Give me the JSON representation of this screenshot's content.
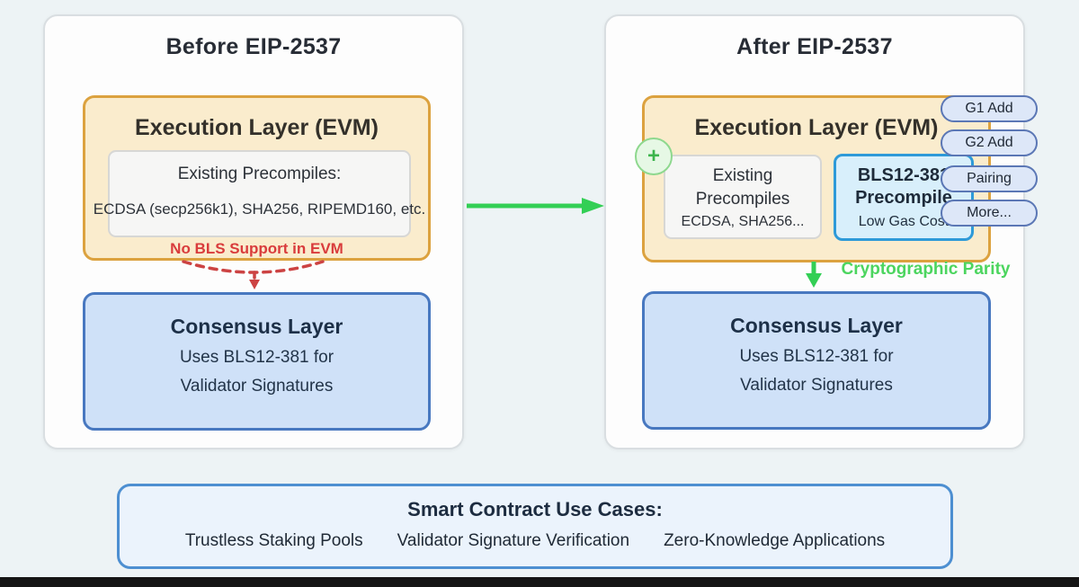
{
  "diagram": {
    "left": {
      "title": "Before EIP-2537",
      "execution": {
        "title": "Execution Layer (EVM)",
        "precompiles_heading": "Existing Precompiles:",
        "precompiles_list": "ECDSA (secp256k1), SHA256, RIPEMD160, etc.",
        "warning": "No BLS Support in EVM"
      },
      "consensus": {
        "title": "Consensus Layer",
        "line1": "Uses BLS12-381 for",
        "line2": "Validator Signatures"
      }
    },
    "right": {
      "title": "After EIP-2537",
      "execution": {
        "title": "Execution Layer (EVM)",
        "plus": "+",
        "existing": {
          "line1": "Existing",
          "line2": "Precompiles",
          "line3": "ECDSA, SHA256..."
        },
        "bls": {
          "line1": "BLS12-381",
          "line2": "Precompile",
          "line3": "Low Gas Cost"
        }
      },
      "pills": [
        {
          "label": "G1 Add"
        },
        {
          "label": "G2 Add"
        },
        {
          "label": "Pairing"
        },
        {
          "label": "More..."
        }
      ],
      "parity_label": "Cryptographic Parity",
      "consensus": {
        "title": "Consensus Layer",
        "line1": "Uses BLS12-381 for",
        "line2": "Validator Signatures"
      }
    },
    "use_cases": {
      "title": "Smart Contract Use Cases:",
      "items": [
        "Trustless Staking Pools",
        "Validator Signature Verification",
        "Zero-Knowledge Applications"
      ]
    },
    "colors": {
      "background": "#edf3f5",
      "panel_fill": "#fdfdfd",
      "execution_fill": "#faeccd",
      "execution_border": "#dca23f",
      "inner_fill": "#f6f6f5",
      "bls_fill": "#d8effb",
      "bls_border": "#2e9ad8",
      "consensus_fill": "#cfe1f8",
      "consensus_border": "#4878c0",
      "pill_fill": "#dde7f8",
      "pill_border": "#5b77b5",
      "green_arrow": "#33cf55",
      "green_label": "#4cd55f",
      "red_warning": "#d93c3c",
      "usecase_fill": "#ebf3fc",
      "usecase_border": "#4d8fd1",
      "bottom_bar": "#151515"
    }
  }
}
